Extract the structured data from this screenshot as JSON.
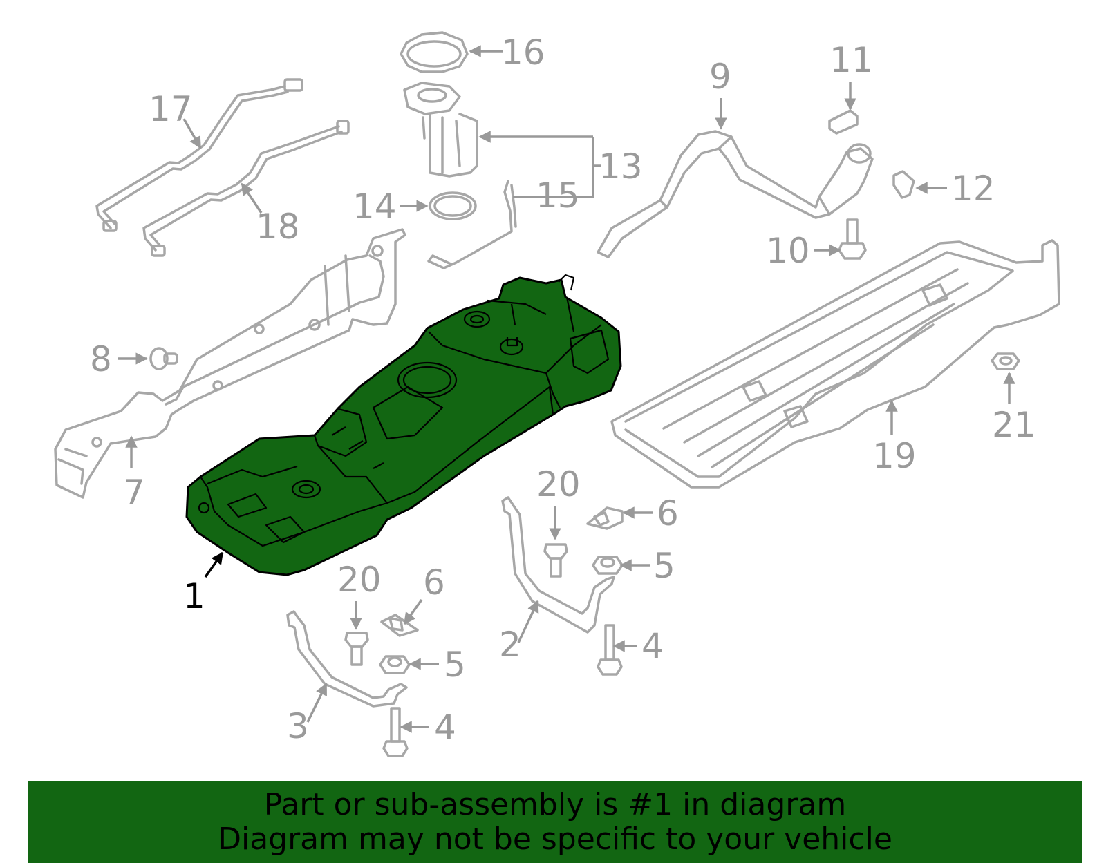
{
  "colors": {
    "highlight": "#126612",
    "outline": "#a7a7a7",
    "callout_text": "#9a9a9a",
    "main_callout_text": "#000000"
  },
  "callouts": {
    "c1": "1",
    "c2": "2",
    "c3": "3",
    "c4a": "4",
    "c4b": "4",
    "c5a": "5",
    "c5b": "5",
    "c6a": "6",
    "c6b": "6",
    "c7": "7",
    "c8": "8",
    "c9": "9",
    "c10": "10",
    "c11": "11",
    "c12": "12",
    "c13": "13",
    "c14": "14",
    "c15": "15",
    "c16": "16",
    "c17": "17",
    "c18": "18",
    "c19": "19",
    "c20a": "20",
    "c20b": "20",
    "c21": "21"
  },
  "banner": {
    "line1": "Part or sub-assembly is #1 in diagram",
    "line2": "Diagram may not be specific to your vehicle"
  }
}
